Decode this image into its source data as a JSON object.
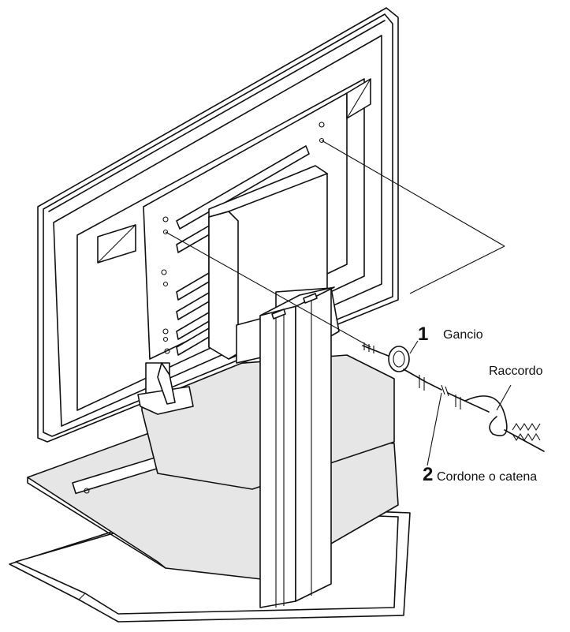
{
  "callouts": {
    "hook_number": "1",
    "hook_label": "Gancio",
    "fitting_label": "Raccordo",
    "cord_number": "2",
    "cord_label": "Cordone o catena"
  }
}
